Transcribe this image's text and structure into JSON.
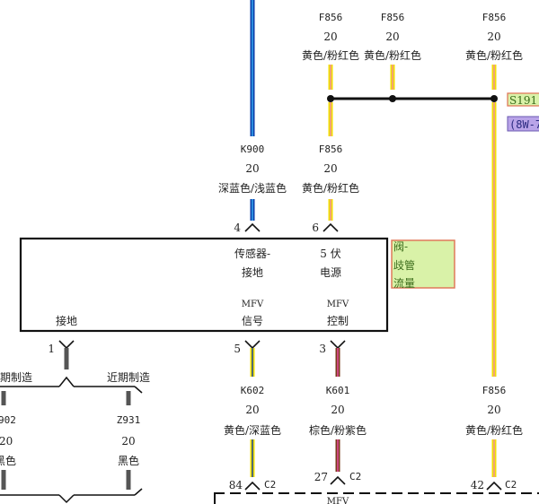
{
  "colors": {
    "yellow": "#f2e000",
    "pink": "#ef8aa8",
    "dark_blue": "#0b3ca8",
    "light_blue": "#36a8f0",
    "brown": "#7a3b1a",
    "gray": "#555555",
    "green_box": "#d9f2a8",
    "orange_border": "#e07a5a",
    "purple_box": "#b9a4e8"
  },
  "top_wires": [
    {
      "code": "F856",
      "gauge": "20",
      "color_name": "黄色/粉红色"
    },
    {
      "code": "F856",
      "gauge": "20",
      "color_name": "黄色/粉红色"
    },
    {
      "code": "F856",
      "gauge": "20",
      "color_name": "黄色/粉红色"
    }
  ],
  "splice": {
    "label": "S191",
    "ref": "(8W-7"
  },
  "upper_wires": [
    {
      "code": "K900",
      "gauge": "20",
      "color_name": "深蓝色/浅蓝色",
      "pin": "4"
    },
    {
      "code": "F856",
      "gauge": "20",
      "color_name": "黄色/粉红色",
      "pin": "6"
    }
  ],
  "component": {
    "name_line1": "阀-",
    "name_line2": "歧管",
    "name_line3": "流量",
    "pin_labels": [
      {
        "line1": "传感器-",
        "line2": "接地"
      },
      {
        "line1": "5 伏",
        "line2": "电源"
      },
      {
        "line1": "MFV",
        "line2": "信号"
      },
      {
        "line1": "MFV",
        "line2": "控制"
      },
      {
        "line1": "",
        "line2": "接地"
      }
    ]
  },
  "lower_pins": [
    {
      "pin": "1"
    },
    {
      "pin": "5"
    },
    {
      "pin": "3"
    }
  ],
  "build_options": {
    "left": "期制造",
    "right": "近期制造"
  },
  "ground_wires": [
    {
      "code": "902",
      "gauge": "20",
      "color_name": "黑色"
    },
    {
      "code": "Z931",
      "gauge": "20",
      "color_name": "黑色"
    }
  ],
  "lower_wires": [
    {
      "code": "K602",
      "gauge": "20",
      "color_name": "黄色/深蓝色",
      "cavity": "84",
      "connector": "C2"
    },
    {
      "code": "K601",
      "gauge": "20",
      "color_name": "棕色/粉紫色",
      "cavity": "27",
      "connector": "C2"
    },
    {
      "code": "F856",
      "gauge": "20",
      "color_name": "黄色/粉红色",
      "cavity": "42",
      "connector": "C2"
    }
  ],
  "bottom_label": "MFV"
}
